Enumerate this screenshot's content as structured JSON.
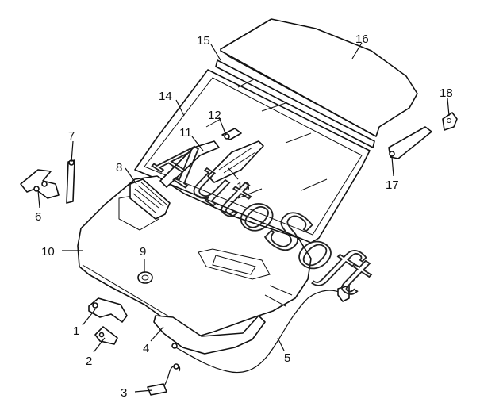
{
  "watermark": "AutoSoft",
  "callouts": [
    "1",
    "2",
    "3",
    "4",
    "5",
    "6",
    "7",
    "8",
    "9",
    "10",
    "11",
    "12",
    "13",
    "14",
    "15",
    "16",
    "17",
    "18"
  ],
  "colors": {
    "line": "#111111",
    "background": "#ffffff"
  }
}
